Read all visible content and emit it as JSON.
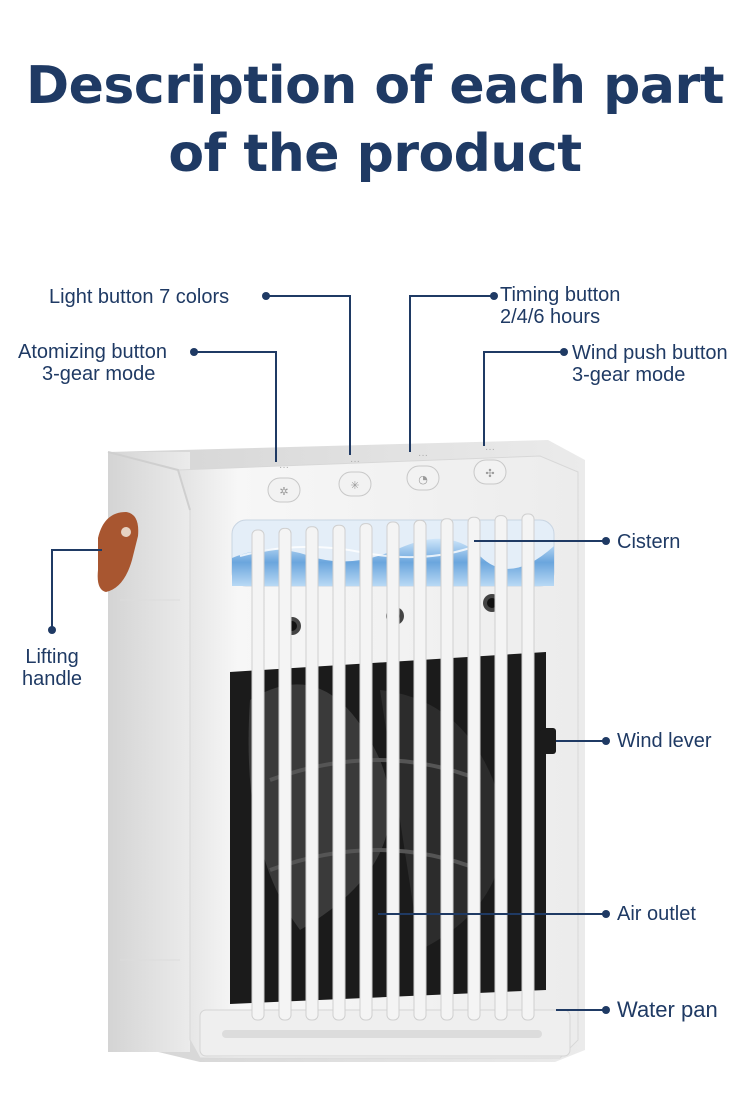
{
  "title": {
    "line1": "Description of each part",
    "line2": "of the product"
  },
  "colors": {
    "navy": "#1f3a64",
    "body": "#f3f3f3",
    "water": "#7fb6e6",
    "handle": "#a85630",
    "grille_dark": "#1b1b1b"
  },
  "labels": {
    "light_button": "Light button 7 colors",
    "timing_button": {
      "line1": "Timing button",
      "line2": "2/4/6 hours"
    },
    "atomizing_button": {
      "line1": "Atomizing button",
      "line2": "3-gear mode"
    },
    "wind_push_button": {
      "line1": "Wind push button",
      "line2": "3-gear mode"
    },
    "cistern": "Cistern",
    "lifting_handle": {
      "line1": "Lifting",
      "line2": "handle"
    },
    "wind_lever": "Wind lever",
    "air_outlet": "Air outlet",
    "water_pan": "Water pan"
  }
}
